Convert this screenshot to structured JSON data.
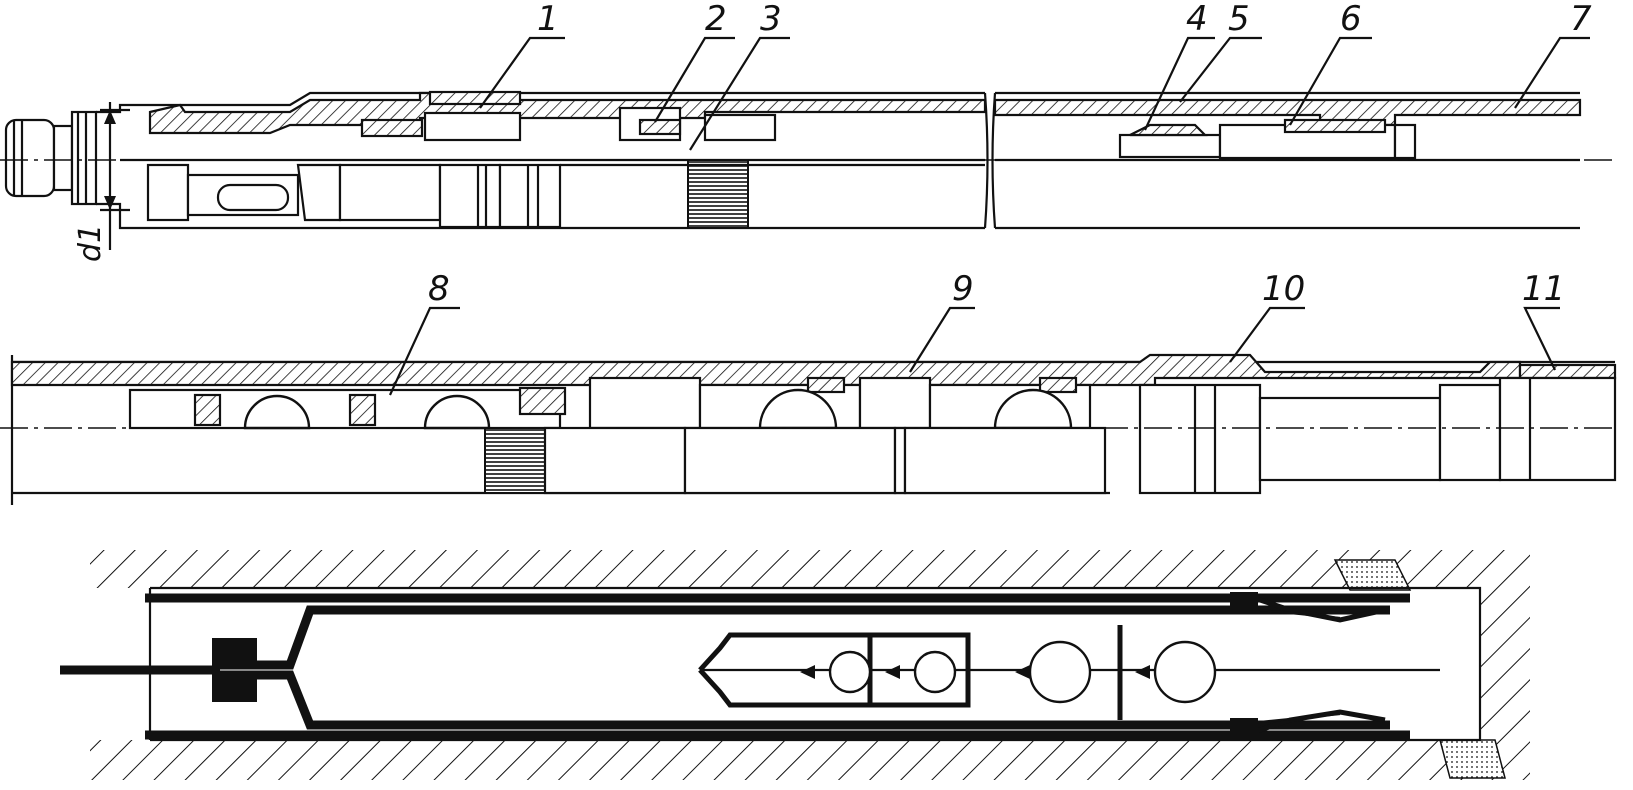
{
  "figure": {
    "callouts": [
      "1",
      "2",
      "3",
      "4",
      "5",
      "6",
      "7",
      "8",
      "9",
      "10",
      "11"
    ],
    "dimension_label": "d1"
  }
}
